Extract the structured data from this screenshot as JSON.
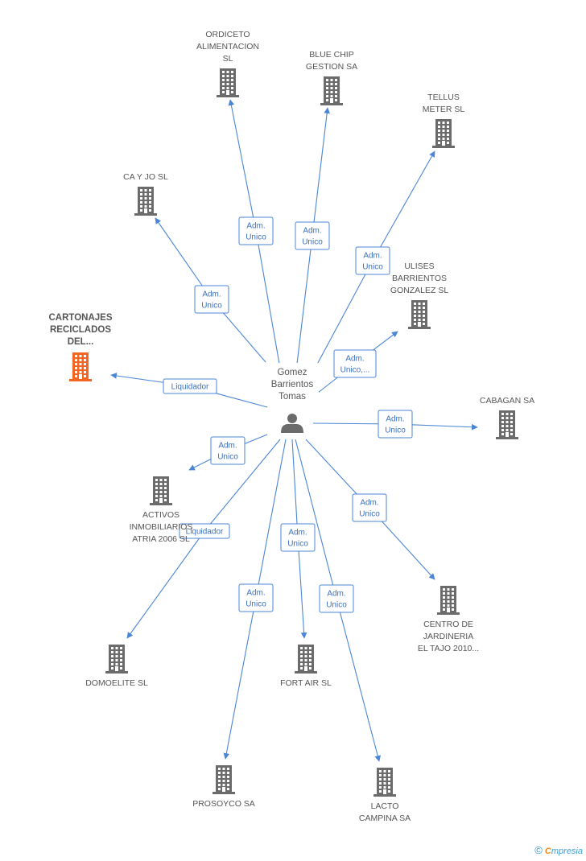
{
  "center": {
    "name_lines": [
      "Gomez",
      "Barrientos",
      "Tomas"
    ],
    "icon": "person-icon"
  },
  "companies": [
    {
      "id": "ordiceto",
      "lines": [
        "ORDICETO",
        "ALIMENTACION",
        "SL"
      ],
      "icon": "building-icon",
      "highlight": false
    },
    {
      "id": "bluechip",
      "lines": [
        "BLUE CHIP",
        "GESTION SA"
      ],
      "icon": "building-icon",
      "highlight": false
    },
    {
      "id": "tellus",
      "lines": [
        "TELLUS",
        "METER SL"
      ],
      "icon": "building-icon",
      "highlight": false
    },
    {
      "id": "cayjo",
      "lines": [
        "CA Y JO  SL"
      ],
      "icon": "building-icon",
      "highlight": false
    },
    {
      "id": "ulises",
      "lines": [
        "ULISES",
        "BARRIENTOS",
        "GONZALEZ SL"
      ],
      "icon": "building-icon",
      "highlight": false
    },
    {
      "id": "cartonajes",
      "lines": [
        "CARTONAJES",
        "RECICLADOS",
        "DEL..."
      ],
      "icon": "building-icon",
      "highlight": true
    },
    {
      "id": "cabagan",
      "lines": [
        "CABAGAN SA"
      ],
      "icon": "building-icon",
      "highlight": false
    },
    {
      "id": "activos",
      "lines": [
        "ACTIVOS",
        "INMOBILIARIOS",
        "ATRIA 2006 SL"
      ],
      "icon": "building-icon",
      "highlight": false
    },
    {
      "id": "centro",
      "lines": [
        "CENTRO DE",
        "JARDINERIA",
        "EL TAJO 2010..."
      ],
      "icon": "building-icon",
      "highlight": false
    },
    {
      "id": "domoelite",
      "lines": [
        "DOMOELITE SL"
      ],
      "icon": "building-icon",
      "highlight": false
    },
    {
      "id": "fortair",
      "lines": [
        "FORT AIR SL"
      ],
      "icon": "building-icon",
      "highlight": false
    },
    {
      "id": "prosoyco",
      "lines": [
        "PROSOYCO SA"
      ],
      "icon": "building-icon",
      "highlight": false
    },
    {
      "id": "lacto",
      "lines": [
        "LACTO",
        "CAMPINA SA"
      ],
      "icon": "building-icon",
      "highlight": false
    }
  ],
  "edges": [
    {
      "to": "ordiceto",
      "label_lines": [
        "Adm.",
        "Unico"
      ]
    },
    {
      "to": "bluechip",
      "label_lines": [
        "Adm.",
        "Unico"
      ]
    },
    {
      "to": "tellus",
      "label_lines": [
        "Adm.",
        "Unico"
      ]
    },
    {
      "to": "cayjo",
      "label_lines": [
        "Adm.",
        "Unico"
      ]
    },
    {
      "to": "ulises",
      "label_lines": [
        "Adm.",
        "Unico,..."
      ]
    },
    {
      "to": "cartonajes",
      "label_lines": [
        "Liquidador"
      ]
    },
    {
      "to": "cabagan",
      "label_lines": [
        "Adm.",
        "Unico"
      ]
    },
    {
      "to": "activos",
      "label_lines": [
        "Adm.",
        "Unico"
      ]
    },
    {
      "to": "centro",
      "label_lines": [
        "Adm.",
        "Unico"
      ]
    },
    {
      "to": "domoelite",
      "label_lines": [
        "Liquidador"
      ]
    },
    {
      "to": "fortair",
      "label_lines": [
        "Adm.",
        "Unico"
      ]
    },
    {
      "to": "prosoyco",
      "label_lines": [
        "Adm.",
        "Unico"
      ]
    },
    {
      "to": "lacto",
      "label_lines": [
        "Adm.",
        "Unico"
      ]
    }
  ],
  "colors": {
    "edge": "#4a86d6",
    "building": "#6b6b6b",
    "building_highlight": "#f26522",
    "person": "#6b6b6b"
  },
  "footer": {
    "copyright_symbol": "©",
    "brand_first": "C",
    "brand_rest": "mpresia"
  }
}
